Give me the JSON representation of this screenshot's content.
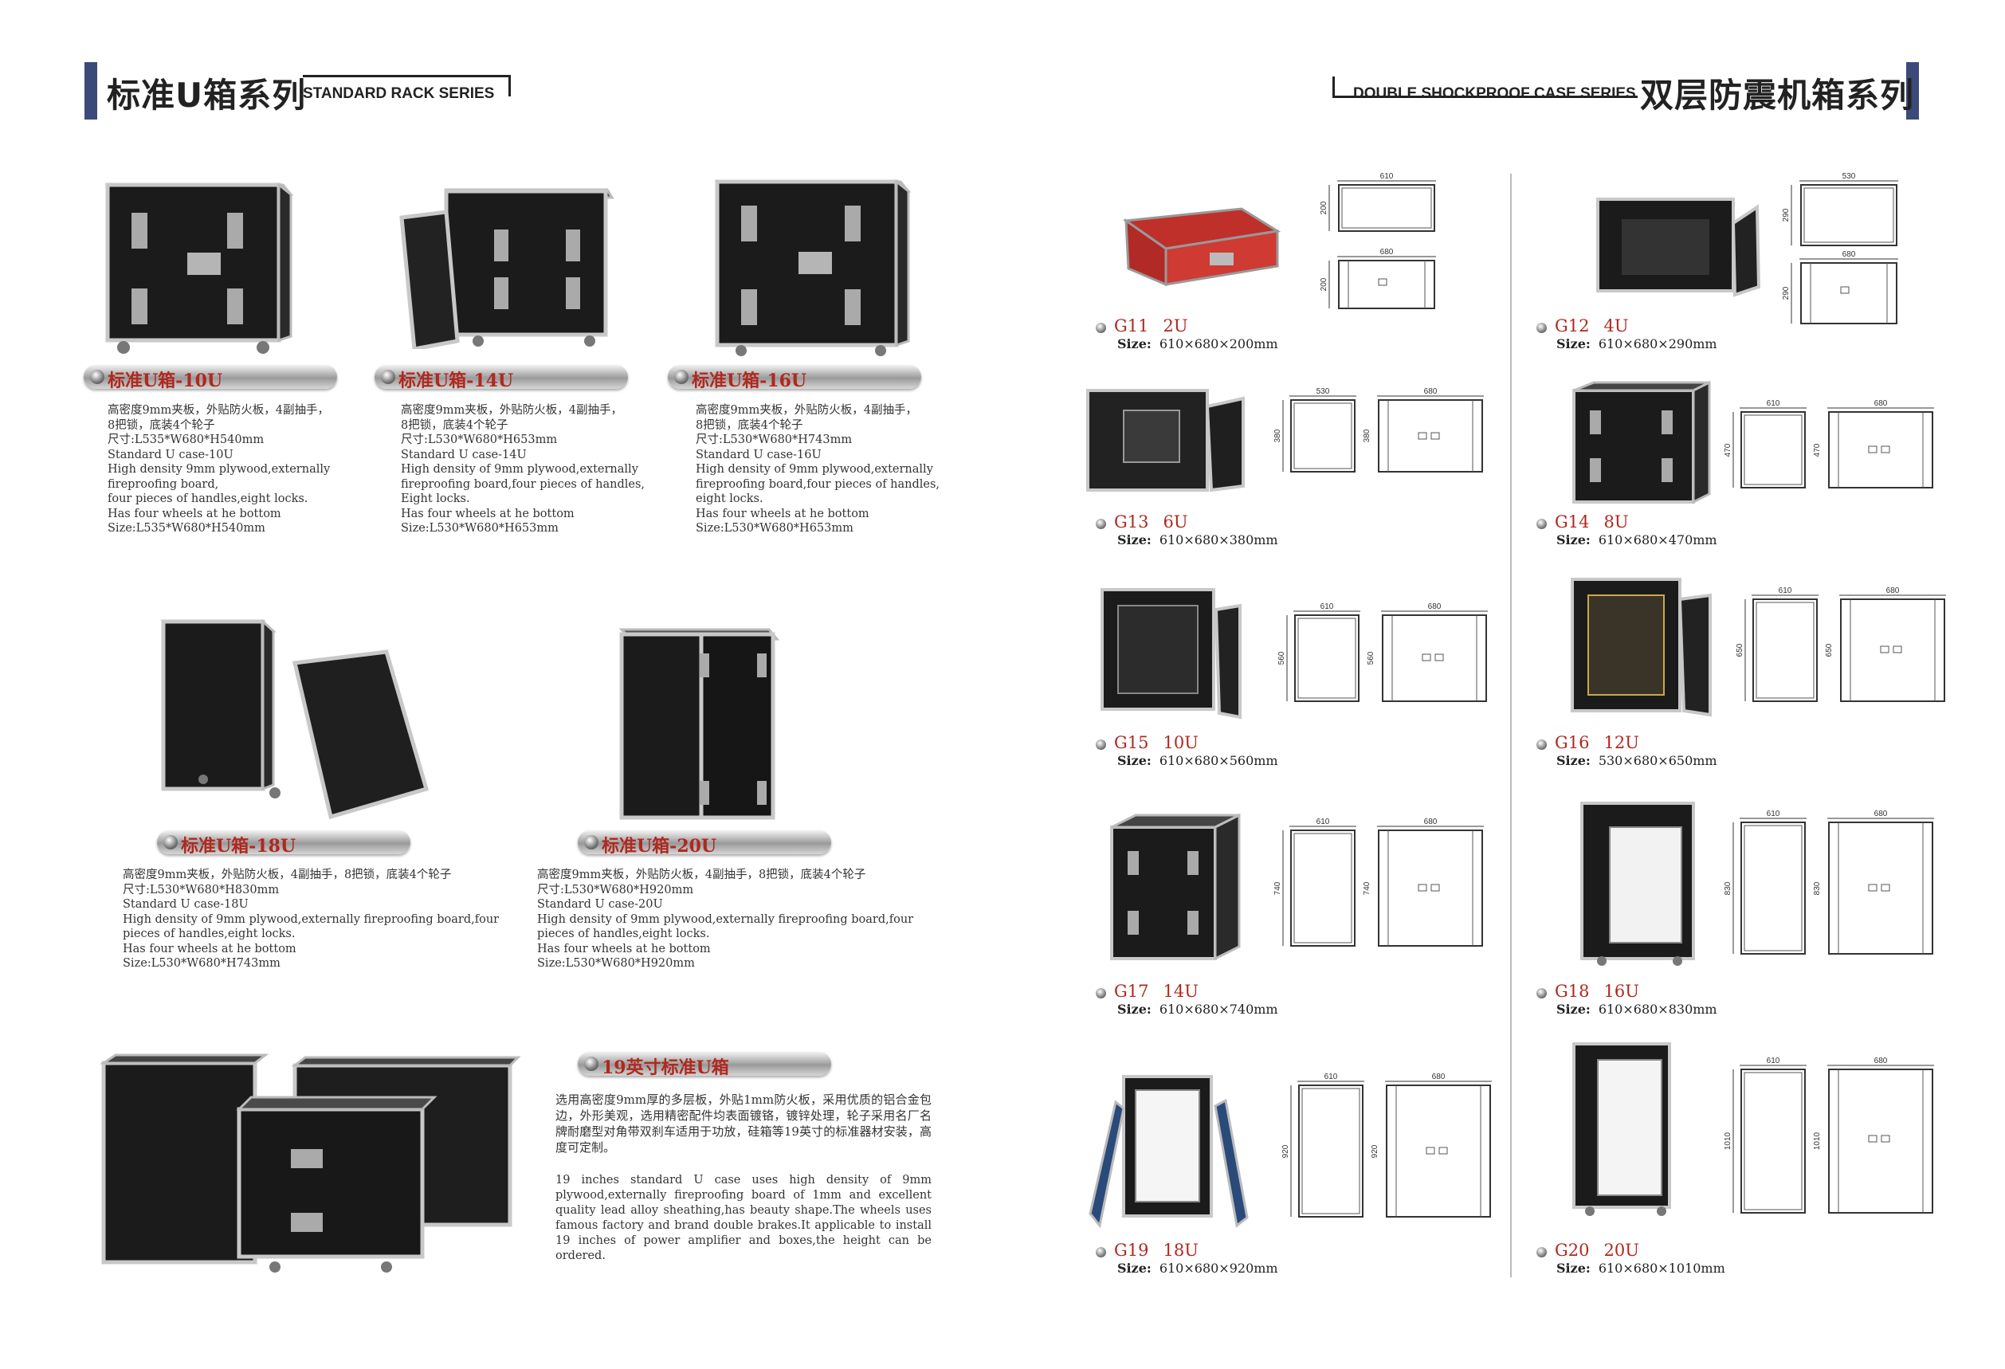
{
  "left_header": {
    "title_cn": "标准U箱系列",
    "title_en": "STANDARD RACK SERIES"
  },
  "right_header": {
    "title_en": "DOUBLE  SHOCKPROOF CASE SERIES",
    "title_cn": "双层防震机箱系列"
  },
  "standard_cases": [
    {
      "label": "标准U箱-10U",
      "lines": [
        "高密度9mm夹板，外贴防火板，4副抽手，",
        "8把锁，底装4个轮子",
        "尺寸:L535*W680*H540mm",
        "Standard U case-10U",
        "High density 9mm plywood,externally",
        "fireproofing board,",
        "four pieces of handles,eight locks.",
        "Has four wheels at he bottom",
        "Size:L535*W680*H540mm"
      ]
    },
    {
      "label": "标准U箱-14U",
      "lines": [
        "高密度9mm夹板，外贴防火板，4副抽手，",
        "8把锁，底装4个轮子",
        "尺寸:L530*W680*H653mm",
        "Standard U case-14U",
        "High density of 9mm plywood,externally",
        "fireproofing board,four pieces of handles,",
        "Eight locks.",
        "Has four wheels at he bottom",
        "Size:L530*W680*H653mm"
      ]
    },
    {
      "label": "标准U箱-16U",
      "lines": [
        "高密度9mm夹板，外贴防火板，4副抽手，",
        "8把锁，底装4个轮子",
        "尺寸:L530*W680*H743mm",
        "Standard  U  case-16U",
        "High density of 9mm plywood,externally",
        "fireproofing board,four pieces of handles,",
        "eight locks.",
        "Has four wheels at he bottom",
        "Size:L530*W680*H653mm"
      ]
    },
    {
      "label": "标准U箱-18U",
      "lines": [
        "高密度9mm夹板，外贴防火板，4副抽手，8把锁，底装4个轮子",
        "尺寸:L530*W680*H830mm",
        "Standard U case-18U",
        "High density of 9mm plywood,externally fireproofing board,four",
        "pieces of handles,eight locks.",
        "Has four wheels at he bottom",
        "Size:L530*W680*H743mm"
      ]
    },
    {
      "label": "标准U箱-20U",
      "lines": [
        "高密度9mm夹板，外贴防火板，4副抽手，8把锁，底装4个轮子",
        "尺寸:L530*W680*H920mm",
        "Standard U case-20U",
        "High density of 9mm plywood,externally fireproofing board,four",
        "pieces of handles,eight locks.",
        "Has four wheels at he bottom",
        "Size:L530*W680*H920mm"
      ]
    }
  ],
  "inch19": {
    "label": "19英寸标准U箱",
    "para_cn": "选用高密度9mm厚的多层板，外贴1mm防火板，采用优质的铝合金包边，外形美观，选用精密配件均表面镀铬，镀锌处理，轮子采用名厂名牌耐磨型对角带双刹车适用于功放，硅箱等19英寸的标准器材安装，高度可定制。",
    "para_en": "19 inches standard U case uses high density of 9mm plywood,externally fireproofing board of 1mm and excellent quality lead alloy sheathing,has beauty shape.The wheels uses famous factory and brand double brakes.It applicable to install 19 inches of power amplifier and boxes,the height can be ordered."
  },
  "size_prefix": "Size:",
  "models": [
    {
      "code": "G11",
      "u": "2U",
      "size": "610×680×200mm",
      "w1": "610",
      "h1": "200",
      "w2": "680",
      "h2": "200"
    },
    {
      "code": "G12",
      "u": "4U",
      "size": "610×680×290mm",
      "w1": "530",
      "h1": "290",
      "w2": "680",
      "h2": "290"
    },
    {
      "code": "G13",
      "u": "6U",
      "size": "610×680×380mm",
      "w1": "530",
      "h1": "380",
      "w2": "680",
      "h2": "380"
    },
    {
      "code": "G14",
      "u": "8U",
      "size": "610×680×470mm",
      "w1": "610",
      "h1": "470",
      "w2": "680",
      "h2": "470"
    },
    {
      "code": "G15",
      "u": "10U",
      "size": "610×680×560mm",
      "w1": "610",
      "h1": "560",
      "w2": "680",
      "h2": "560"
    },
    {
      "code": "G16",
      "u": "12U",
      "size": "530×680×650mm",
      "w1": "610",
      "h1": "650",
      "w2": "680",
      "h2": "650"
    },
    {
      "code": "G17",
      "u": "14U",
      "size": "610×680×740mm",
      "w1": "610",
      "h1": "740",
      "w2": "680",
      "h2": "740"
    },
    {
      "code": "G18",
      "u": "16U",
      "size": "610×680×830mm",
      "w1": "610",
      "h1": "830",
      "w2": "680",
      "h2": "830"
    },
    {
      "code": "G19",
      "u": "18U",
      "size": "610×680×920mm",
      "w1": "610",
      "h1": "920",
      "w2": "680",
      "h2": "920"
    },
    {
      "code": "G20",
      "u": "20U",
      "size": "610×680×1010mm",
      "w1": "610",
      "h1": "1010",
      "w2": "680",
      "h2": "1010"
    }
  ]
}
